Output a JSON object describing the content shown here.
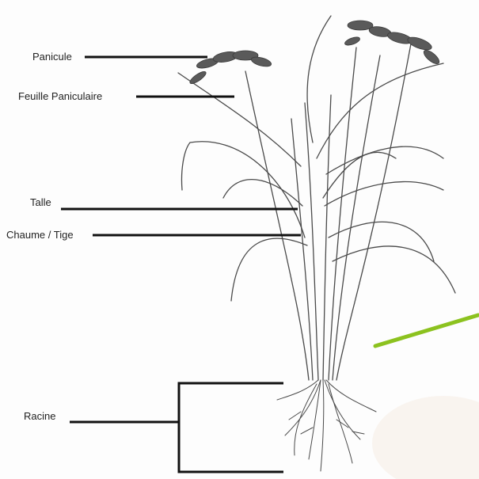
{
  "labels": {
    "panicule": "Panicule",
    "feuille_paniculaire": "Feuille Paniculaire",
    "talle": "Talle",
    "chaume_tige": "Chaume / Tige",
    "racine": "Racine"
  },
  "colors": {
    "line": "#111111",
    "plant_stroke": "#4a4a4a",
    "accent": "#8cc21f"
  }
}
